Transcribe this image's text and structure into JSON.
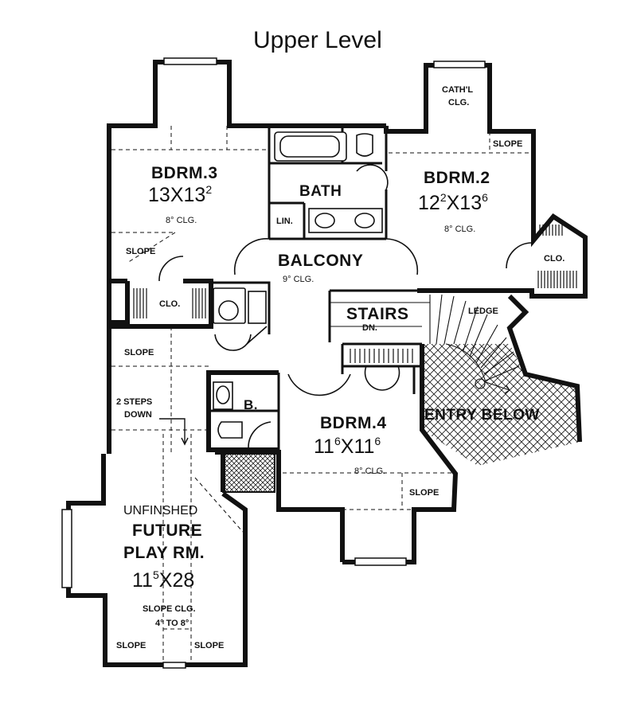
{
  "title": "Upper Level",
  "rooms": {
    "bdrm3": {
      "name": "BDRM.3",
      "dim_a": "13",
      "x": "X",
      "dim_b": "13",
      "dim_b_sup": "2",
      "ceiling": "8° CLG."
    },
    "bdrm2": {
      "name": "BDRM.2",
      "dim_a": "12",
      "dim_a_sup": "2",
      "x": "X",
      "dim_b": "13",
      "dim_b_sup": "6",
      "ceiling": "8° CLG."
    },
    "bdrm4": {
      "name": "BDRM.4",
      "dim_a": "11",
      "dim_a_sup": "6",
      "x": "X",
      "dim_b": "11",
      "dim_b_sup": "6",
      "ceiling": "8° CLG."
    },
    "bath": {
      "name": "BATH"
    },
    "lin": {
      "name": "LIN."
    },
    "balcony": {
      "name": "BALCONY",
      "ceiling": "9° CLG."
    },
    "clo_left": {
      "name": "CLO."
    },
    "clo_right": {
      "name": "CLO."
    },
    "stairs": {
      "name": "STAIRS",
      "sub": "DN."
    },
    "ledge": {
      "name": "LEDGE"
    },
    "entry": {
      "name": "ENTRY BELOW"
    },
    "b": {
      "name": "B."
    },
    "play": {
      "line1": "UNFINSHED",
      "line2": "FUTURE",
      "line3": "PLAY RM.",
      "dim_a": "11",
      "dim_a_sup": "5",
      "x": "X",
      "dim_b": "28",
      "ceiling": "SLOPE CLG.",
      "ceiling_range": "4° TO 8°"
    },
    "cathl": {
      "line1": "CATH'L",
      "line2": "CLG."
    },
    "steps": {
      "line1": "2 STEPS",
      "line2": "DOWN"
    }
  },
  "slopes": {
    "bdrm3": "SLOPE",
    "left_mid": "SLOPE",
    "bdrm2": "SLOPE",
    "bdrm4": "SLOPE",
    "play_left": "SLOPE",
    "play_right": "SLOPE"
  }
}
